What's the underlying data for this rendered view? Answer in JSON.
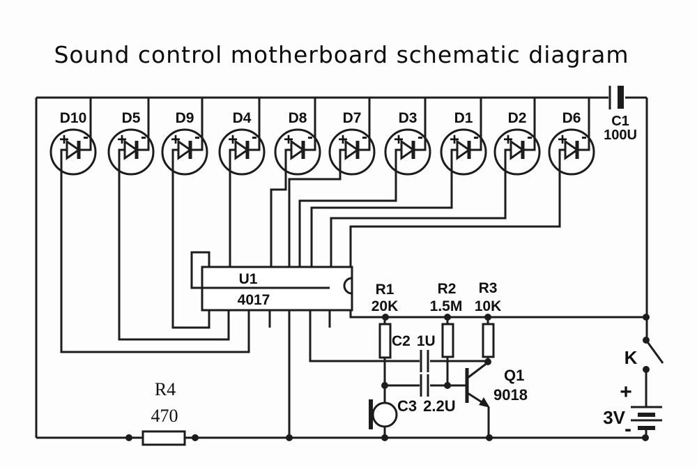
{
  "title": "Sound control motherboard schematic diagram",
  "components": {
    "leds": [
      {
        "label": "D10"
      },
      {
        "label": "D5"
      },
      {
        "label": "D9"
      },
      {
        "label": "D4"
      },
      {
        "label": "D8"
      },
      {
        "label": "D7"
      },
      {
        "label": "D3"
      },
      {
        "label": "D1"
      },
      {
        "label": "D2"
      },
      {
        "label": "D6"
      }
    ],
    "led_marks": {
      "plus": "+",
      "minus": "-"
    },
    "ic": {
      "ref": "U1",
      "part": "4017"
    },
    "resistors": [
      {
        "ref": "R1",
        "value": "20K"
      },
      {
        "ref": "R2",
        "value": "1.5M"
      },
      {
        "ref": "R3",
        "value": "10K"
      },
      {
        "ref": "R4",
        "value": "470"
      }
    ],
    "capacitors": [
      {
        "ref": "C1",
        "value": "100U"
      },
      {
        "ref": "C2",
        "value": "1U"
      },
      {
        "ref": "C3",
        "value": "2.2U"
      }
    ],
    "transistor": {
      "ref": "Q1",
      "part": "9018"
    },
    "switch": {
      "label": "K"
    },
    "battery": {
      "plus": "+",
      "voltage": "3V",
      "minus": "-"
    }
  }
}
